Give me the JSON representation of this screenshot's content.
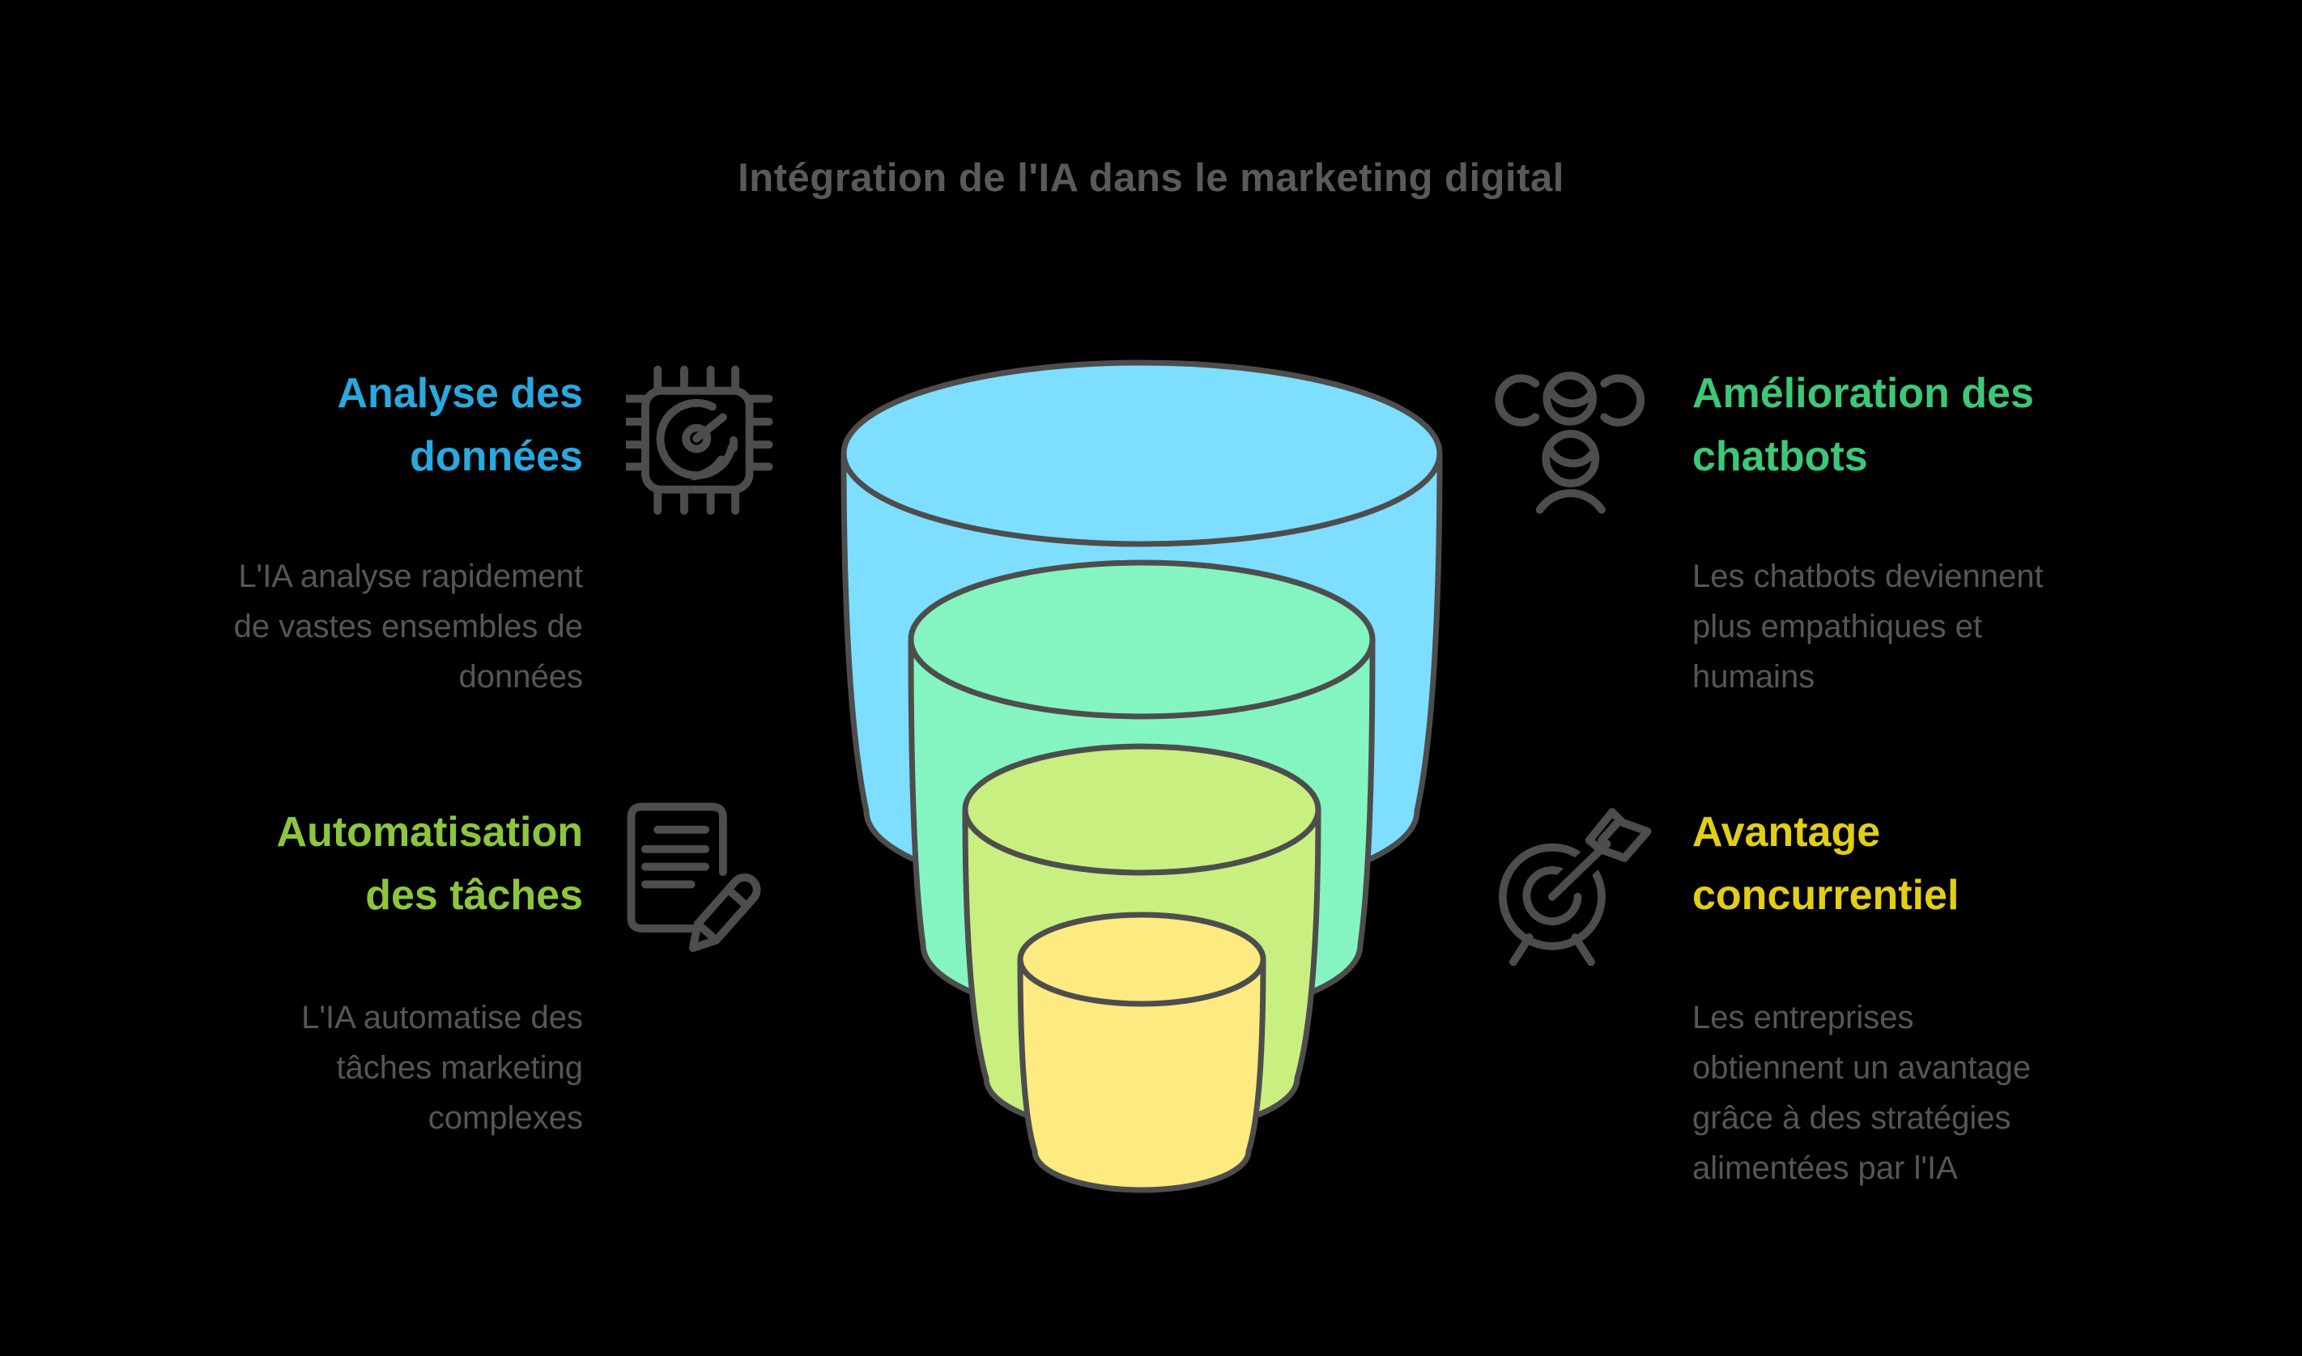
{
  "title": "Intégration de l'IA dans le marketing digital",
  "palette": {
    "background": "#000000",
    "title_text": "#595A5C",
    "body_text": "#55565A",
    "icon_stroke": "#4D4D4D",
    "funnel_outline": "#4D4D4D"
  },
  "sections": [
    {
      "id": "data-analysis",
      "position": "top-left",
      "heading": "Analyse des données",
      "heading_lines": [
        "Analyse des",
        "données"
      ],
      "heading_color": "#29A9DF",
      "description": "L'IA analyse rapidement de vastes ensembles de données",
      "description_lines": [
        "L'IA analyse rapidement",
        "de vastes ensembles de",
        "données"
      ],
      "icon": "chip-gauge-icon"
    },
    {
      "id": "chatbot-improvement",
      "position": "top-right",
      "heading": "Amélioration des chatbots",
      "heading_lines": [
        "Amélioration des",
        "chatbots"
      ],
      "heading_color": "#3DC878",
      "description": "Les chatbots deviennent plus empathiques et humains",
      "description_lines": [
        "Les chatbots deviennent",
        "plus empathiques et",
        "humains"
      ],
      "icon": "people-group-icon"
    },
    {
      "id": "task-automation",
      "position": "bottom-left",
      "heading": "Automatisation des tâches",
      "heading_lines": [
        "Automatisation",
        "des tâches"
      ],
      "heading_color": "#8CC63E",
      "description": "L'IA automatise des tâches marketing complexes",
      "description_lines": [
        "L'IA automatise des",
        "tâches marketing",
        "complexes"
      ],
      "icon": "document-pencil-icon"
    },
    {
      "id": "competitive-advantage",
      "position": "bottom-right",
      "heading": "Avantage concurrentiel",
      "heading_lines": [
        "Avantage",
        "concurrentiel"
      ],
      "heading_color": "#E2CF15",
      "description": "Les entreprises obtiennent un avantage grâce à des stratégies alimentées par l'IA",
      "description_lines": [
        "Les entreprises",
        "obtiennent un avantage",
        "grâce à des stratégies",
        "alimentées par l'IA"
      ],
      "icon": "target-arrow-icon"
    }
  ],
  "funnel": {
    "levels": [
      {
        "name": "level-1-top",
        "color": "#7EDEFF"
      },
      {
        "name": "level-2",
        "color": "#84F5C0"
      },
      {
        "name": "level-3",
        "color": "#C9EF80"
      },
      {
        "name": "level-4-bottom",
        "color": "#FDEA80"
      }
    ]
  }
}
